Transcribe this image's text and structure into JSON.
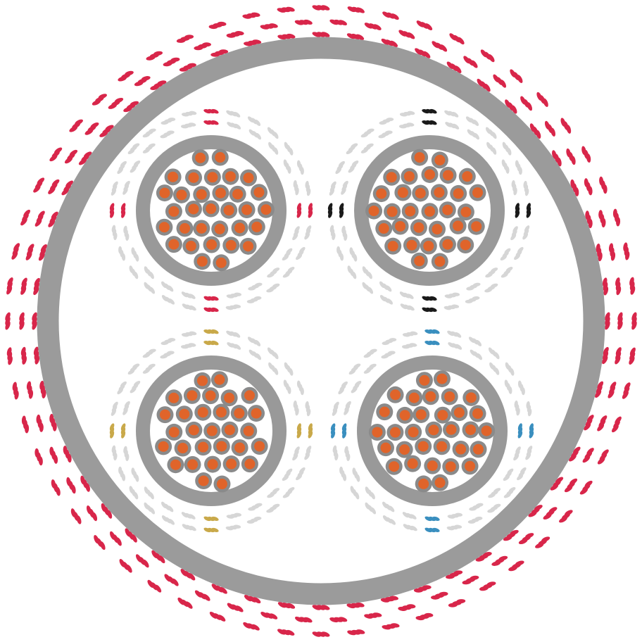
{
  "colors": {
    "background": "#ffffff",
    "outer_braid": "#d8264a",
    "outer_sheath": "#9b9b9b",
    "core_sheath": "#999999",
    "conductor_insulation": "#8a8a8a",
    "conductor_copper": "#e0642a",
    "shield_strand": "#d6d6d6"
  },
  "cores": [
    {
      "id": "core-1",
      "marker_color": "#d8264a"
    },
    {
      "id": "core-2",
      "marker_color": "#1a1a1a"
    },
    {
      "id": "core-3",
      "marker_color": "#c9a94a"
    },
    {
      "id": "core-4",
      "marker_color": "#3a8fbf"
    }
  ]
}
